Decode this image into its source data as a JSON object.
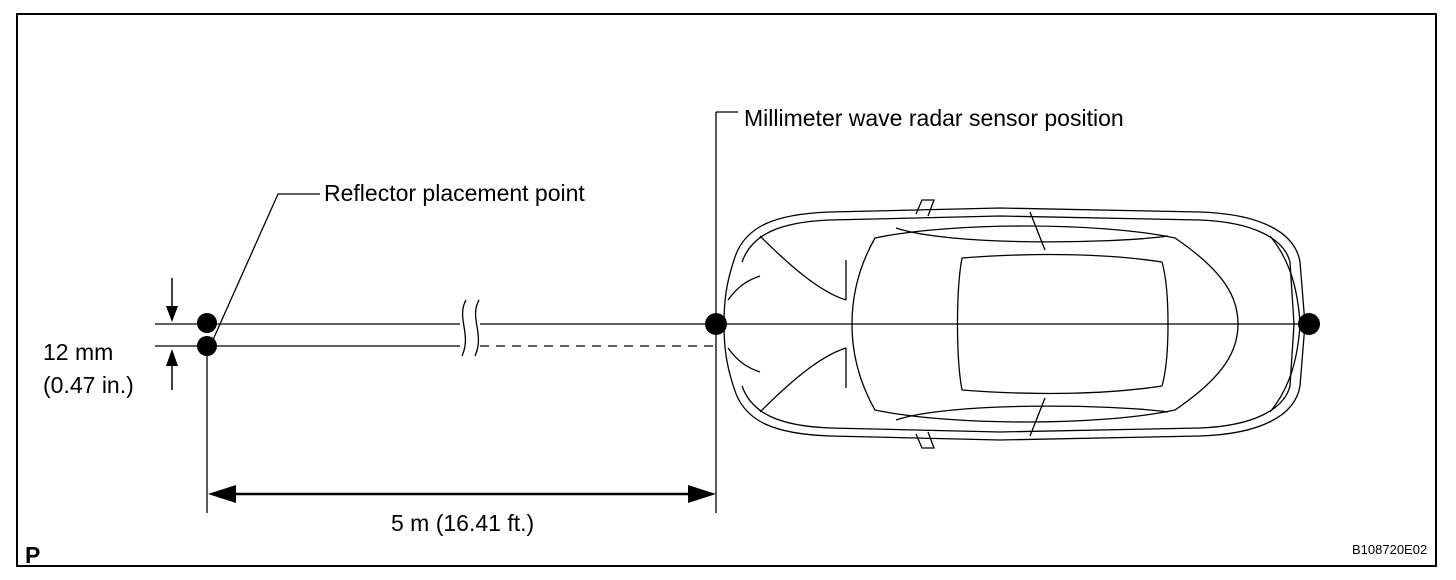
{
  "labels": {
    "sensor_position": "Millimeter wave radar sensor position",
    "reflector_point": "Reflector placement point",
    "offset_metric": "12 mm",
    "offset_imperial": "(0.47 in.)",
    "distance": "5 m (16.41 ft.)",
    "corner_mark": "P",
    "figure_code": "B108720E02"
  },
  "colors": {
    "ink": "#000000",
    "paper": "#ffffff"
  }
}
